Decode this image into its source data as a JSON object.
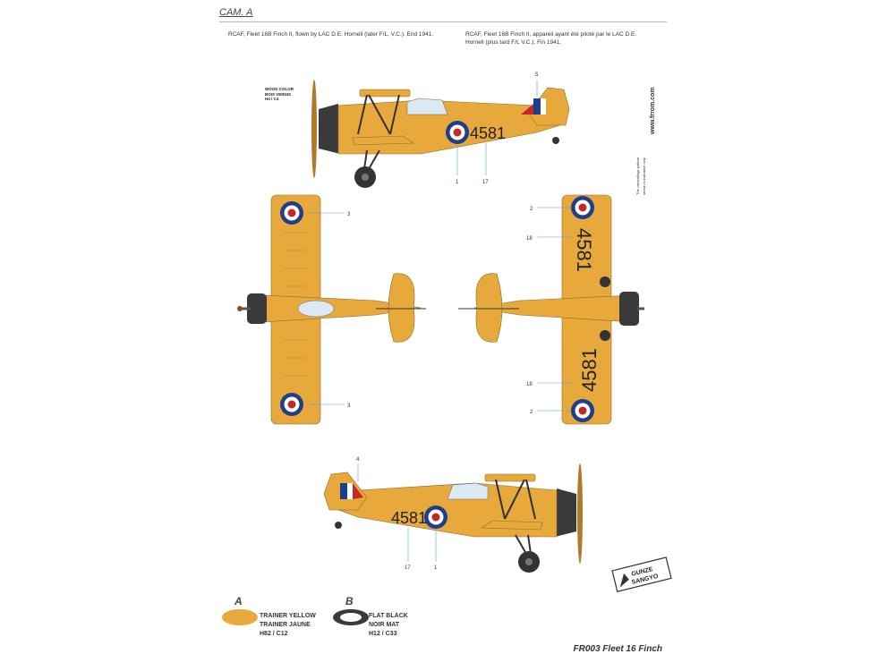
{
  "header": {
    "cam_label": "CAM. A",
    "caption_en": "RCAF, Fleet 16B Finch II, flown by LAC D.E. Hornell (later F/L, V.C.). End 1941.",
    "caption_fr_line1": "RCAF, Fleet 16B Finch II, appareil ayant été piloté par le LAC D.E.",
    "caption_fr_line2": "Hornell (plus tard F/L V.C.). Fin 1941."
  },
  "wood_note": {
    "line1": "WOOD COLOR",
    "line2": "BOIS VERNIS",
    "line3": "H4 / C4"
  },
  "serial": "4581",
  "callouts": {
    "c1": "1",
    "c2": "2",
    "c3": "3",
    "c4": "4",
    "c5": "5",
    "c17": "17",
    "c18": "18"
  },
  "side_note": {
    "line1": "The camouflage pattern",
    "line2": "shown is indicative only",
    "line3": "www.frrom.com",
    "site": "www.frrom.com"
  },
  "legend": {
    "a_letter": "A",
    "a_line1": "TRAINER YELLOW",
    "a_line2": "TRAINER JAUNE",
    "a_line3": "H82 / C12",
    "b_letter": "B",
    "b_line1": "FLAT BLACK",
    "b_line2": "NOIR MAT",
    "b_line3": "H12 / C33"
  },
  "brand": {
    "line1": "GUNZE",
    "line2": "SANGYO"
  },
  "footer": {
    "title": "FR003 Fleet 16 Finch"
  },
  "colors": {
    "trainer_yellow": "#e8a93c",
    "flat_black": "#3a3a3a",
    "roundel_blue": "#1f3f8a",
    "roundel_red": "#c2282a"
  }
}
